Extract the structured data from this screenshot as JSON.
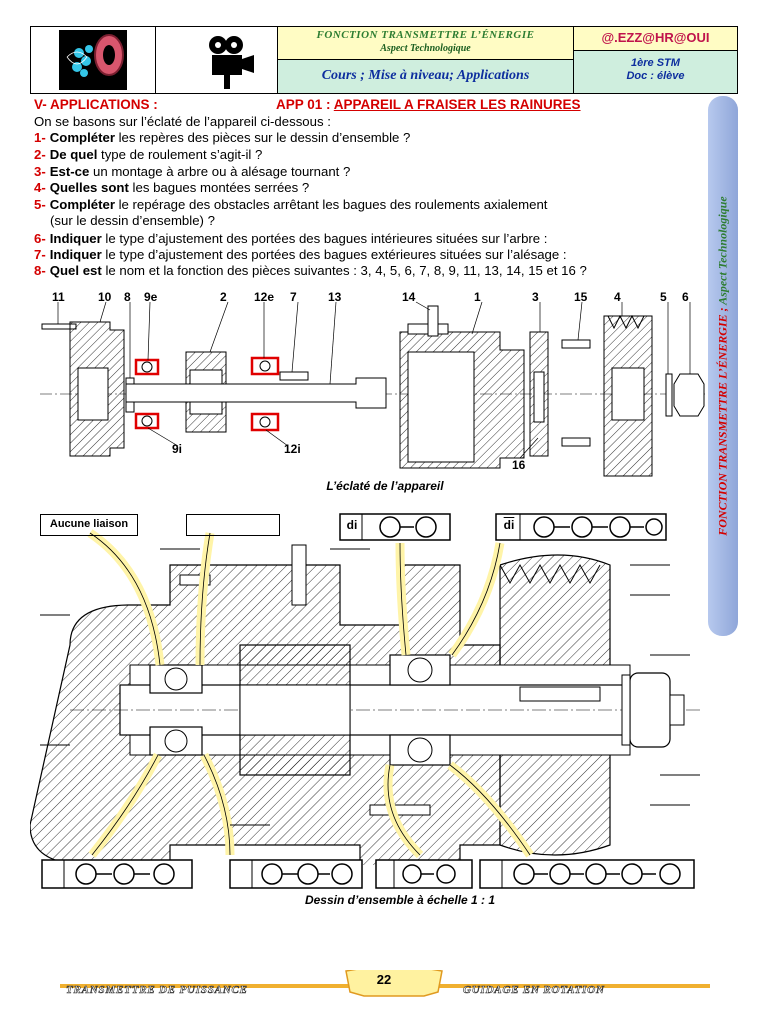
{
  "header": {
    "title": "FONCTION TRANSMETTRE L’ÉNERGIE",
    "subtitle": "Aspect Technologique",
    "cours": "Cours ; Mise à niveau; Applications",
    "author": "@.EZZ@HR@OUI",
    "level": "1ère STM",
    "doc": "Doc : élève"
  },
  "section": {
    "title": "V- APPLICATIONS :",
    "app_num": "APP 01 : ",
    "app_title": "APPAREIL A FRAISER LES RAINURES",
    "intro": "On se basons sur l’éclaté de l’appareil ci-dessous :"
  },
  "questions": [
    {
      "num": "1-",
      "bold": "Compléter",
      "rest": " les repères des pièces sur le dessin d’ensemble ?"
    },
    {
      "num": "2-",
      "bold": "De quel",
      "rest": " type de roulement s’agit-il ?"
    },
    {
      "num": "3-",
      "bold": "Est-ce",
      "rest": " un montage à arbre ou à alésage tournant ?"
    },
    {
      "num": "4-",
      "bold": "Quelles sont",
      "rest": " les bagues montées serrées ?"
    },
    {
      "num": "5-",
      "bold": "Compléter",
      "rest": " le repérage des obstacles arrêtant les bagues des roulements axialement"
    },
    {
      "num": "",
      "bold": "",
      "rest": "(sur le dessin d’ensemble) ?"
    },
    {
      "num": "6-",
      "bold": "Indiquer",
      "rest": " le type d’ajustement des portées des bagues intérieures situées sur l’arbre :"
    },
    {
      "num": "7-",
      "bold": "Indiquer",
      "rest": " le type d’ajustement des portées des bagues extérieures situées sur l’alésage :"
    },
    {
      "num": "8-",
      "bold": "Quel est",
      "rest": " le nom et la fonction des pièces suivantes : 3, 4, 5, 6, 7, 8, 9, 11, 13, 14, 15 et 16 ?"
    }
  ],
  "exploded": {
    "labels_top": [
      "11",
      "10",
      "8",
      "9e",
      "2",
      "12e",
      "7",
      "13",
      "14",
      "1",
      "3",
      "15",
      "4",
      "5",
      "6"
    ],
    "labels_bottom": [
      "9i",
      "12i",
      "16"
    ],
    "caption": "L’éclaté de l’appareil"
  },
  "assembly": {
    "label_aucune": "Aucune liaison",
    "label_di1": "di",
    "label_di2": "di",
    "caption": "Dessin d’ensemble à échelle 1 : 1"
  },
  "side_band": {
    "part1": "FONCTION TRANSMETTRE L’ÉNERGIE",
    "sep": " ; ",
    "part2": "Aspect Technologique"
  },
  "footer": {
    "left": "Transmettre de puissance",
    "page": "22",
    "right": "Guidage en rotation"
  },
  "colors": {
    "red": "#d40000",
    "blue": "#0d2e9e",
    "green": "#2e7d32",
    "side": "#a4b8e6",
    "highlight": "#fff4a8"
  }
}
